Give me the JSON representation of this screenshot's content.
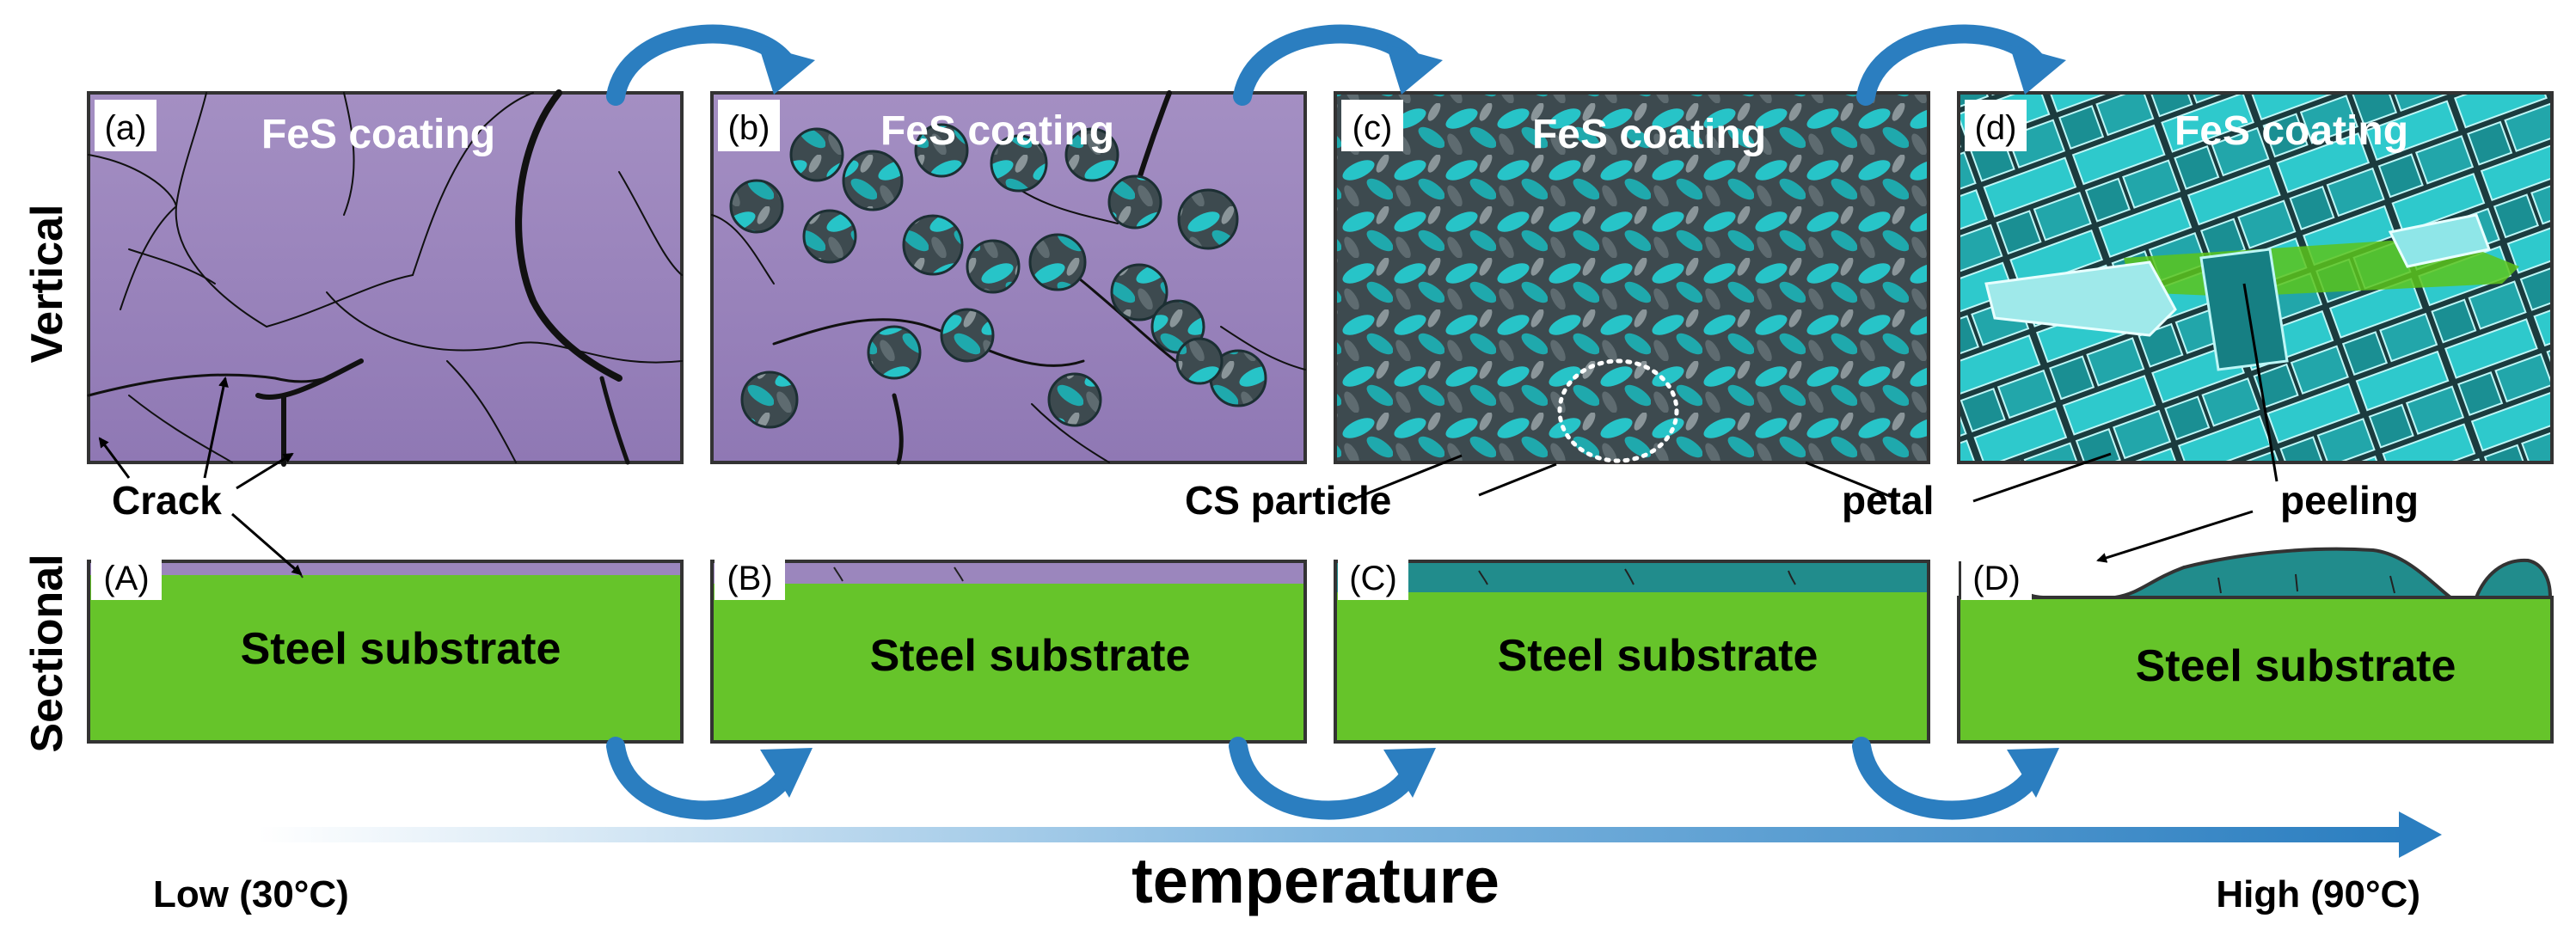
{
  "row_labels": {
    "vertical": "Vertical",
    "sectional": "Sectional"
  },
  "panels": [
    {
      "tag": "(a)",
      "coating": "FeS coating",
      "section_tag": "(A)",
      "substrate": "Steel substrate"
    },
    {
      "tag": "(b)",
      "coating": "FeS coating",
      "section_tag": "(B)",
      "substrate": "Steel substrate"
    },
    {
      "tag": "(c)",
      "coating": "FeS coating",
      "section_tag": "(C)",
      "substrate": "Steel substrate"
    },
    {
      "tag": "(d)",
      "coating": "FeS coating",
      "section_tag": "(D)",
      "substrate": "Steel substrate"
    }
  ],
  "callouts": {
    "crack": "Crack",
    "cs_particle": "CS particle",
    "petal": "petal",
    "peeling": "peeling"
  },
  "axis": {
    "title": "temperature",
    "low": "Low (30°C)",
    "high": "High (90°C)"
  },
  "colors": {
    "coating_purple": "#9b86bd",
    "steel_green": "#66c42a",
    "cs_teal": "#1fb5b8",
    "arrow_blue": "#2b7ec0",
    "section_teal": "#218c8c"
  }
}
